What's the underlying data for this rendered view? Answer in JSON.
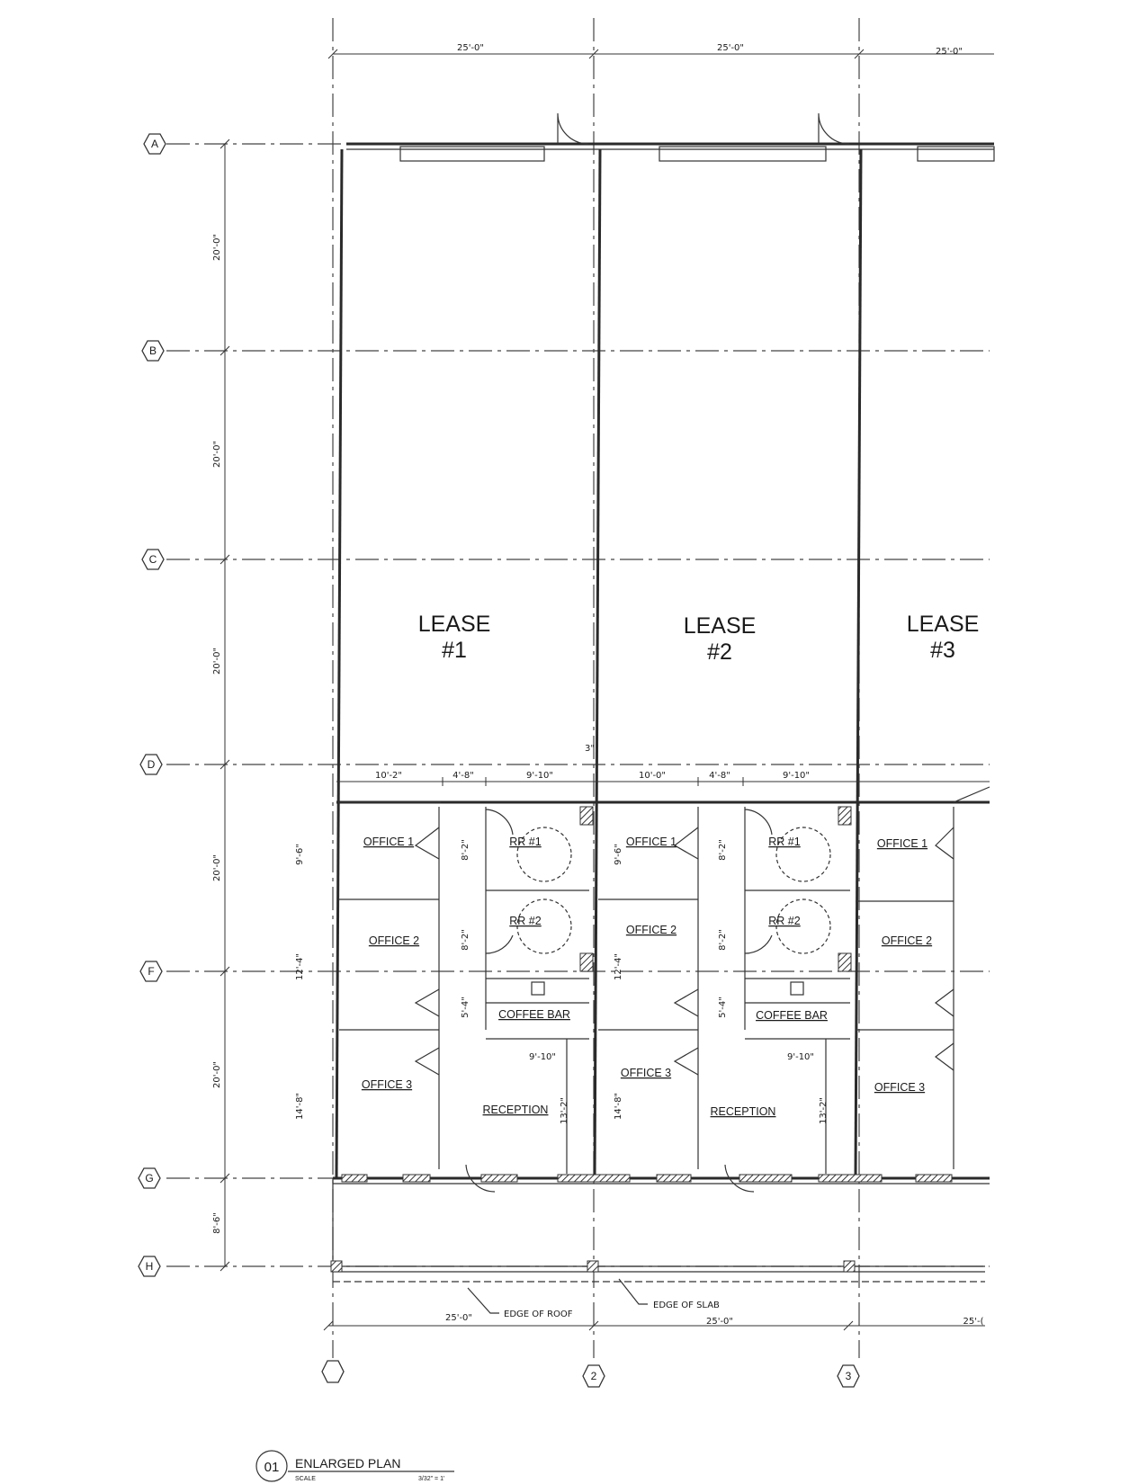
{
  "dims_top": [
    "25'-0\"",
    "25'-0\"",
    "25'-0\""
  ],
  "grid_rows": [
    "A",
    "B",
    "C",
    "D",
    "F",
    "G",
    "H"
  ],
  "grid_cols": [
    "",
    "2",
    "3"
  ],
  "dims_left": [
    "20'-0\"",
    "20'-0\"",
    "20'-0\"",
    "20'-0\"",
    "20'-0\"",
    "8'-6\""
  ],
  "leases": [
    {
      "title": "LEASE",
      "number": "#1"
    },
    {
      "title": "LEASE",
      "number": "#2"
    },
    {
      "title": "LEASE",
      "number": "#3"
    }
  ],
  "rooms": {
    "office1": "OFFICE 1",
    "office2": "OFFICE 2",
    "office3": "OFFICE 3",
    "rr1": "RR #1",
    "rr2": "RR #2",
    "coffee_bar": "COFFEE BAR",
    "reception": "RECEPTION"
  },
  "dims_interior": {
    "d3": "3\"",
    "d10_2": "10'-2\"",
    "d4_8": "4'-8\"",
    "d9_10": "9'-10\"",
    "d10_0": "10'-0\"",
    "d9_6": "9'-6\"",
    "d12_4": "12'-4\"",
    "d14_8": "14'-8\"",
    "d8_2": "8'-2\"",
    "d5_4": "5'-4\"",
    "d13_2": "13'-2\"",
    "d9_10b": "9'-10\""
  },
  "annotations": {
    "edge_of_roof": "EDGE OF ROOF",
    "edge_of_slab": "EDGE OF SLAB"
  },
  "dims_bottom": [
    "25'-0\"",
    "25'-0\"",
    "25'-("
  ],
  "title_block": {
    "number": "01",
    "title": "ENLARGED PLAN",
    "scale_label": "SCALE",
    "scale_value": "3/32\" = 1'"
  }
}
